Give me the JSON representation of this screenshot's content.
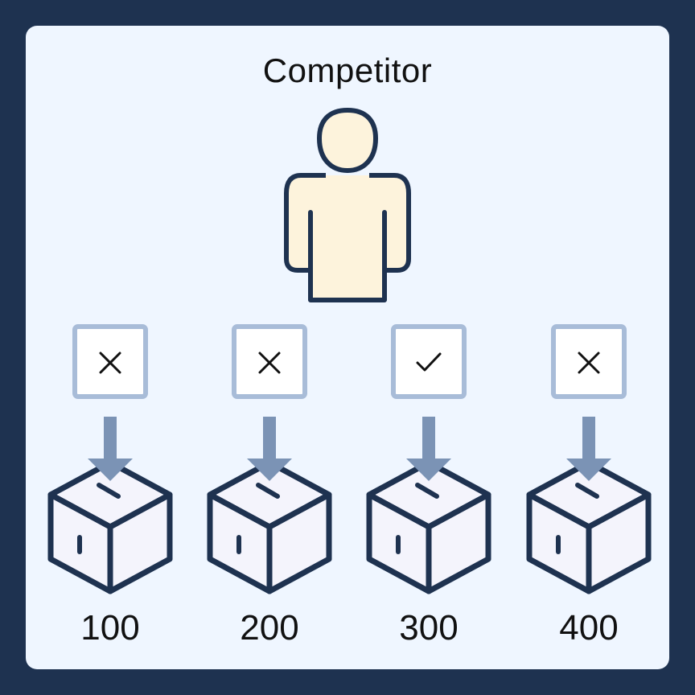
{
  "title": "Competitor",
  "colors": {
    "outer": "#1e3250",
    "panel": "#eff6ff",
    "person_fill": "#fdf3dc",
    "stroke": "#1e3250",
    "ballot_border": "#a8bcd8",
    "arrow": "#7b93b5",
    "box_fill": "#f4f4fc"
  },
  "options": [
    {
      "value": "100",
      "mark": "cross",
      "mark_icon": "x-mark-icon"
    },
    {
      "value": "200",
      "mark": "cross",
      "mark_icon": "x-mark-icon"
    },
    {
      "value": "300",
      "mark": "check",
      "mark_icon": "check-mark-icon"
    },
    {
      "value": "400",
      "mark": "cross",
      "mark_icon": "x-mark-icon"
    }
  ]
}
